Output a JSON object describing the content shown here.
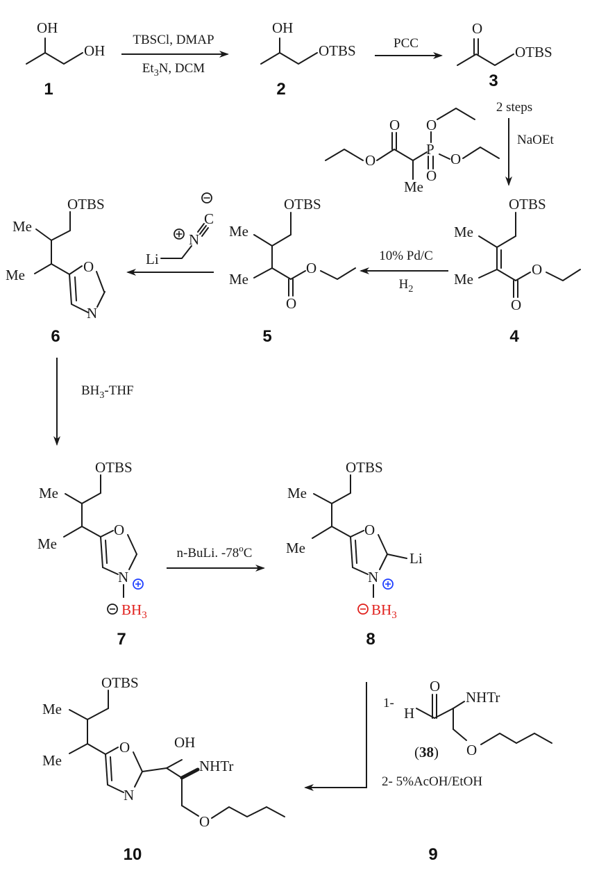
{
  "compounds": {
    "c1": {
      "number": "1",
      "OH_top": "OH",
      "OH_end": "OH"
    },
    "c2": {
      "number": "2",
      "OH": "OH",
      "OTBS": "OTBS"
    },
    "c3": {
      "number": "3",
      "O": "O",
      "OTBS": "OTBS"
    },
    "c4": {
      "number": "4",
      "OTBS": "OTBS",
      "Me_a": "Me",
      "Me_b": "Me",
      "O_ester": "O",
      "O_carbonyl": "O"
    },
    "c5": {
      "number": "5",
      "OTBS": "OTBS",
      "Me_a": "Me",
      "Me_b": "Me",
      "O_ester": "O",
      "O_carbonyl": "O"
    },
    "c6": {
      "number": "6",
      "OTBS": "OTBS",
      "Me_a": "Me",
      "Me_b": "Me",
      "O_ring": "O",
      "N_ring": "N"
    },
    "c7": {
      "number": "7",
      "OTBS": "OTBS",
      "Me_a": "Me",
      "Me_b": "Me",
      "O_ring": "O",
      "N_ring": "N",
      "BH3": "BH",
      "BH3_sub": "3"
    },
    "c8": {
      "number": "8",
      "OTBS": "OTBS",
      "Me_a": "Me",
      "Me_b": "Me",
      "O_ring": "O",
      "N_ring": "N",
      "Li": "Li",
      "BH3": "BH",
      "BH3_sub": "3"
    },
    "c9": {
      "number": "9"
    },
    "c10": {
      "number": "10",
      "OTBS": "OTBS",
      "Me_a": "Me",
      "Me_b": "Me",
      "O_ring": "O",
      "N_ring": "N",
      "OH": "OH",
      "NHTr": "NHTr",
      "O_ether": "O"
    },
    "c38": {
      "label_open": "(",
      "label_num": "38",
      "label_close": ")",
      "O": "O",
      "H": "H",
      "NHTr": "NHTr",
      "O_ether": "O"
    },
    "phosphonate": {
      "O_carbonyl": "O",
      "O_ester": "O",
      "P": "P",
      "O_P_top": "O",
      "O_P_right": "O",
      "O_P_bottom": "O",
      "Me": "Me"
    },
    "isocyanide": {
      "Li": "Li",
      "N": "N",
      "C": "C"
    }
  },
  "reagents": {
    "step1_top": "TBSCl, DMAP",
    "step1_bottom_a": "Et",
    "step1_bottom_sub": "3",
    "step1_bottom_b": "N, DCM",
    "step2": "PCC",
    "step3_top": "2 steps",
    "step3_side": "NaOEt",
    "step4_top": "10% Pd/C",
    "step4_bottom": "H",
    "step4_bottom_sub": "2",
    "step6_a": "BH",
    "step6_sub": "3",
    "step6_b": "-THF",
    "step7_a": "n-BuLi. -78",
    "step7_sup": "o",
    "step7_b": "C",
    "step8_1": "1-",
    "step8_2": "2- 5%AcOH/EtOH"
  },
  "colors": {
    "bond": "#1a1a1a",
    "boron": "#e0201c",
    "positive_charge": "#1f3fff",
    "negative_charge": "#e0201c"
  }
}
